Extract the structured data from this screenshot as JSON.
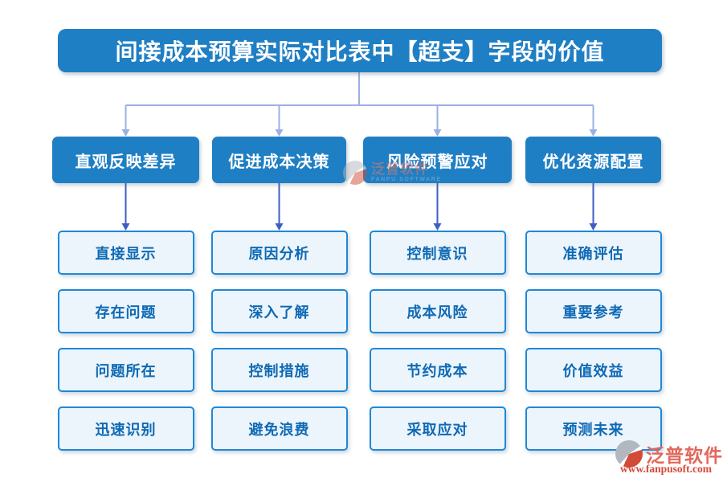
{
  "title": "间接成本预算实际对比表中【超支】字段的价值",
  "columns": [
    {
      "header": "直观反映差异",
      "items": [
        "直接显示",
        "存在问题",
        "问题所在",
        "迅速识别"
      ]
    },
    {
      "header": "促进成本决策",
      "items": [
        "原因分析",
        "深入了解",
        "控制措施",
        "避免浪费"
      ]
    },
    {
      "header": "风险预警应对",
      "items": [
        "控制意识",
        "成本风险",
        "节约成本",
        "采取应对"
      ]
    },
    {
      "header": "优化资源配置",
      "items": [
        "准确评估",
        "重要参考",
        "价值效益",
        "预测未来"
      ]
    }
  ],
  "watermark": {
    "brand": "泛普软件",
    "brand_en": "FANPU SOFTWARE",
    "url": "www.fanpusoft.com"
  },
  "colors": {
    "primary_blue": "#1f7fc4",
    "connector_light": "#9bb1e3",
    "connector_dark": "#3d5ec5",
    "item_border": "#1e88d8",
    "item_fill": "#ecf4fc",
    "item_text": "#0e6ab4",
    "watermark_red": "#e2685c",
    "watermark_url_red": "#d44a38"
  }
}
